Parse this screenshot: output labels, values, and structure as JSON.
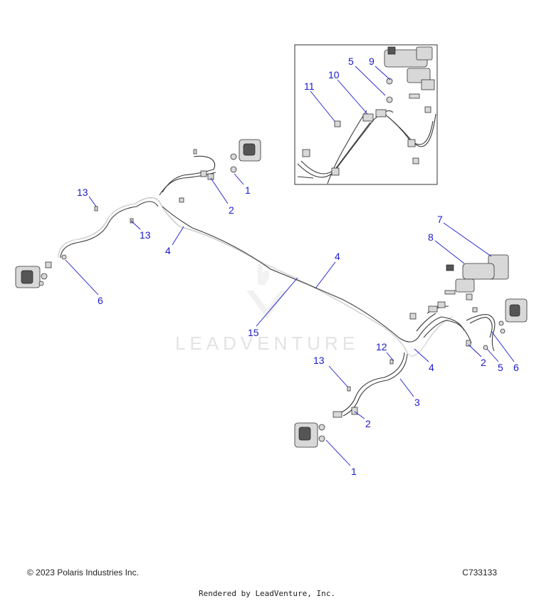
{
  "callouts": [
    {
      "id": "c1a",
      "label": "1"
    },
    {
      "id": "c2a",
      "label": "2"
    },
    {
      "id": "c13a",
      "label": "13"
    },
    {
      "id": "c13b",
      "label": "13"
    },
    {
      "id": "c4a",
      "label": "4"
    },
    {
      "id": "c6a",
      "label": "6"
    },
    {
      "id": "c15",
      "label": "15"
    },
    {
      "id": "c4b",
      "label": "4"
    },
    {
      "id": "c7",
      "label": "7"
    },
    {
      "id": "c8",
      "label": "8"
    },
    {
      "id": "c12",
      "label": "12"
    },
    {
      "id": "c4c",
      "label": "4"
    },
    {
      "id": "c2b",
      "label": "2"
    },
    {
      "id": "c5b",
      "label": "5"
    },
    {
      "id": "c6b",
      "label": "6"
    },
    {
      "id": "c13c",
      "label": "13"
    },
    {
      "id": "c3",
      "label": "3"
    },
    {
      "id": "c2c",
      "label": "2"
    },
    {
      "id": "c1b",
      "label": "1"
    },
    {
      "id": "c11",
      "label": "11"
    },
    {
      "id": "c10",
      "label": "10"
    },
    {
      "id": "c5a",
      "label": "5"
    },
    {
      "id": "c9",
      "label": "9"
    }
  ],
  "watermark": "LEADVENTURE",
  "footer": {
    "copyright": "© 2023 Polaris Industries Inc.",
    "code": "C733133",
    "rendered": "Rendered by LeadVenture, Inc."
  },
  "colors": {
    "callout": "#1a1acc",
    "line": "#333333"
  }
}
